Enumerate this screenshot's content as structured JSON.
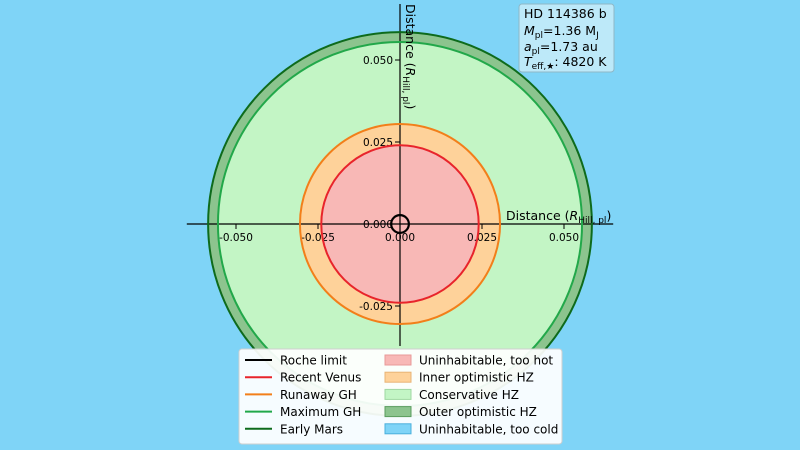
{
  "chart_data": {
    "type": "diagram",
    "units": "R_Hill,pl",
    "background_color": "#7fd4f7",
    "axes": {
      "x_label": "Distance",
      "y_label": "Distance",
      "label_sub": "Hill, pl",
      "x_ticks": [
        "-0.050",
        "-0.025",
        "0.000",
        "0.025",
        "0.050"
      ],
      "y_ticks": [
        "0.050",
        "0.025",
        "0.000",
        "-0.025"
      ],
      "x_tick_values": [
        -0.05,
        -0.025,
        0.0,
        0.025,
        0.05
      ],
      "y_tick_values": [
        0.05,
        0.025,
        0.0,
        -0.025
      ],
      "range": [
        -0.065,
        0.065
      ]
    },
    "zones": [
      {
        "name": "Outer optimistic HZ",
        "inner": 0.0555,
        "outer": 0.0585,
        "fill": "#8cc48e"
      },
      {
        "name": "Conservative HZ",
        "inner": 0.0305,
        "outer": 0.0555,
        "fill": "#c3f5c5"
      },
      {
        "name": "Inner optimistic HZ",
        "inner": 0.024,
        "outer": 0.0305,
        "fill": "#fed29a"
      },
      {
        "name": "Uninhabitable, too hot",
        "inner": 0.0,
        "outer": 0.024,
        "fill": "#f8b8b6"
      }
    ],
    "boundaries": [
      {
        "name": "Roche limit",
        "radius": 0.0027,
        "color": "#000000"
      },
      {
        "name": "Recent Venus",
        "radius": 0.024,
        "color": "#e8242b"
      },
      {
        "name": "Runaway GH",
        "radius": 0.0305,
        "color": "#f27f1a"
      },
      {
        "name": "Maximum GH",
        "radius": 0.0555,
        "color": "#22a84a"
      },
      {
        "name": "Early Mars",
        "radius": 0.0585,
        "color": "#0e6b1c"
      }
    ],
    "legend": {
      "placement": "bottom",
      "lines": [
        {
          "label": "Roche limit",
          "color": "#000000"
        },
        {
          "label": "Recent Venus",
          "color": "#e8242b"
        },
        {
          "label": "Runaway GH",
          "color": "#f27f1a"
        },
        {
          "label": "Maximum GH",
          "color": "#22a84a"
        },
        {
          "label": "Early Mars",
          "color": "#0e6b1c"
        }
      ],
      "patches": [
        {
          "label": "Uninhabitable, too hot",
          "color": "#f8b8b6",
          "edge": "#e89a98"
        },
        {
          "label": "Inner optimistic HZ",
          "color": "#fed29a",
          "edge": "#e8b476"
        },
        {
          "label": "Conservative HZ",
          "color": "#c3f5c5",
          "edge": "#9fd8a2"
        },
        {
          "label": "Outer optimistic HZ",
          "color": "#8cc48e",
          "edge": "#5a9c5d"
        },
        {
          "label": "Uninhabitable, too cold",
          "color": "#7fd4f7",
          "edge": "#4ab0dc"
        }
      ]
    },
    "info_box": {
      "planet": "HD 114386 b",
      "mass_label": "M",
      "mass_sub": "pl",
      "mass_value": "=1.36 M",
      "mass_unit_sub": "J",
      "a_label": "a",
      "a_sub": "pl",
      "a_value": "=1.73 au",
      "teff_label": "T",
      "teff_sub": "eff,★",
      "teff_value": ": 4820 K"
    }
  }
}
